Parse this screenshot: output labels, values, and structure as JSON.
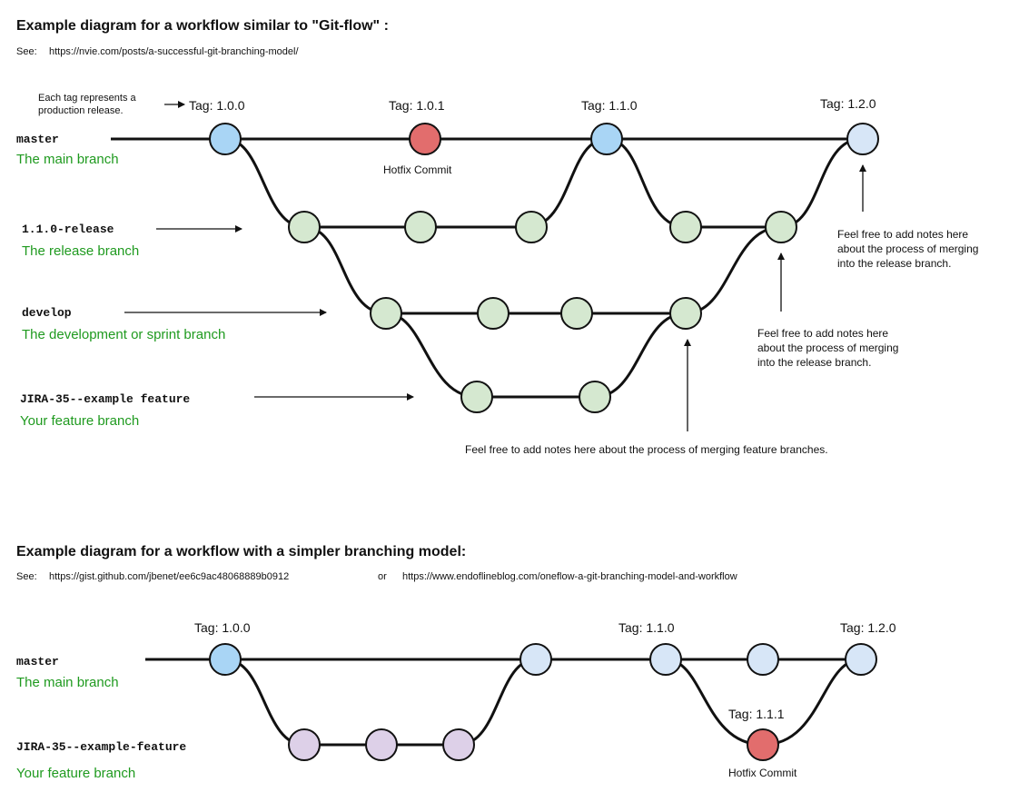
{
  "top": {
    "title": "Example diagram for a workflow similar to \"Git-flow\" :",
    "see_label": "See:",
    "see_url": "https://nvie.com/posts/a-successful-git-branching-model/",
    "tag_note_line1": "Each tag represents a",
    "tag_note_line2": "production release.",
    "tags": [
      "Tag: 1.0.0",
      "Tag: 1.0.1",
      "Tag: 1.1.0",
      "Tag: 1.2.0"
    ],
    "hotfix_label": "Hotfix Commit",
    "branches": [
      {
        "name": "master",
        "desc": "The main branch"
      },
      {
        "name": "1.1.0-release",
        "desc": "The release branch"
      },
      {
        "name": "develop",
        "desc": "The development or sprint branch"
      },
      {
        "name": "JIRA-35--example feature",
        "desc": "Your feature branch"
      }
    ],
    "note_release_top": [
      "Feel free to add notes here",
      "about the process of merging",
      "into the release branch."
    ],
    "note_release_mid": [
      "Feel free to add notes here",
      "about the process of merging",
      "into the release branch."
    ],
    "note_feature": "Feel free to add notes here about the process of merging feature branches."
  },
  "bottom": {
    "title": "Example diagram for a workflow with a simpler branching model:",
    "see_label": "See:",
    "see_url_1": "https://gist.github.com/jbenet/ee6c9ac48068889b0912",
    "or_label": "or",
    "see_url_2": "https://www.endoflineblog.com/oneflow-a-git-branching-model-and-workflow",
    "tags": [
      "Tag: 1.0.0",
      "Tag: 1.1.0",
      "Tag: 1.2.0",
      "Tag: 1.1.1"
    ],
    "hotfix_label": "Hotfix Commit",
    "branches": [
      {
        "name": "master",
        "desc": "The main branch"
      },
      {
        "name": "JIRA-35--example-feature",
        "desc": "Your feature branch"
      }
    ]
  },
  "colors": {
    "master_node": "#a9d5f5",
    "hotfix_node": "#e26d6d",
    "green_node": "#d5e8d0",
    "purple_node": "#ddd0e8",
    "light_blue_node": "#d7e6f7",
    "branch_desc": "#1f9a1f"
  }
}
